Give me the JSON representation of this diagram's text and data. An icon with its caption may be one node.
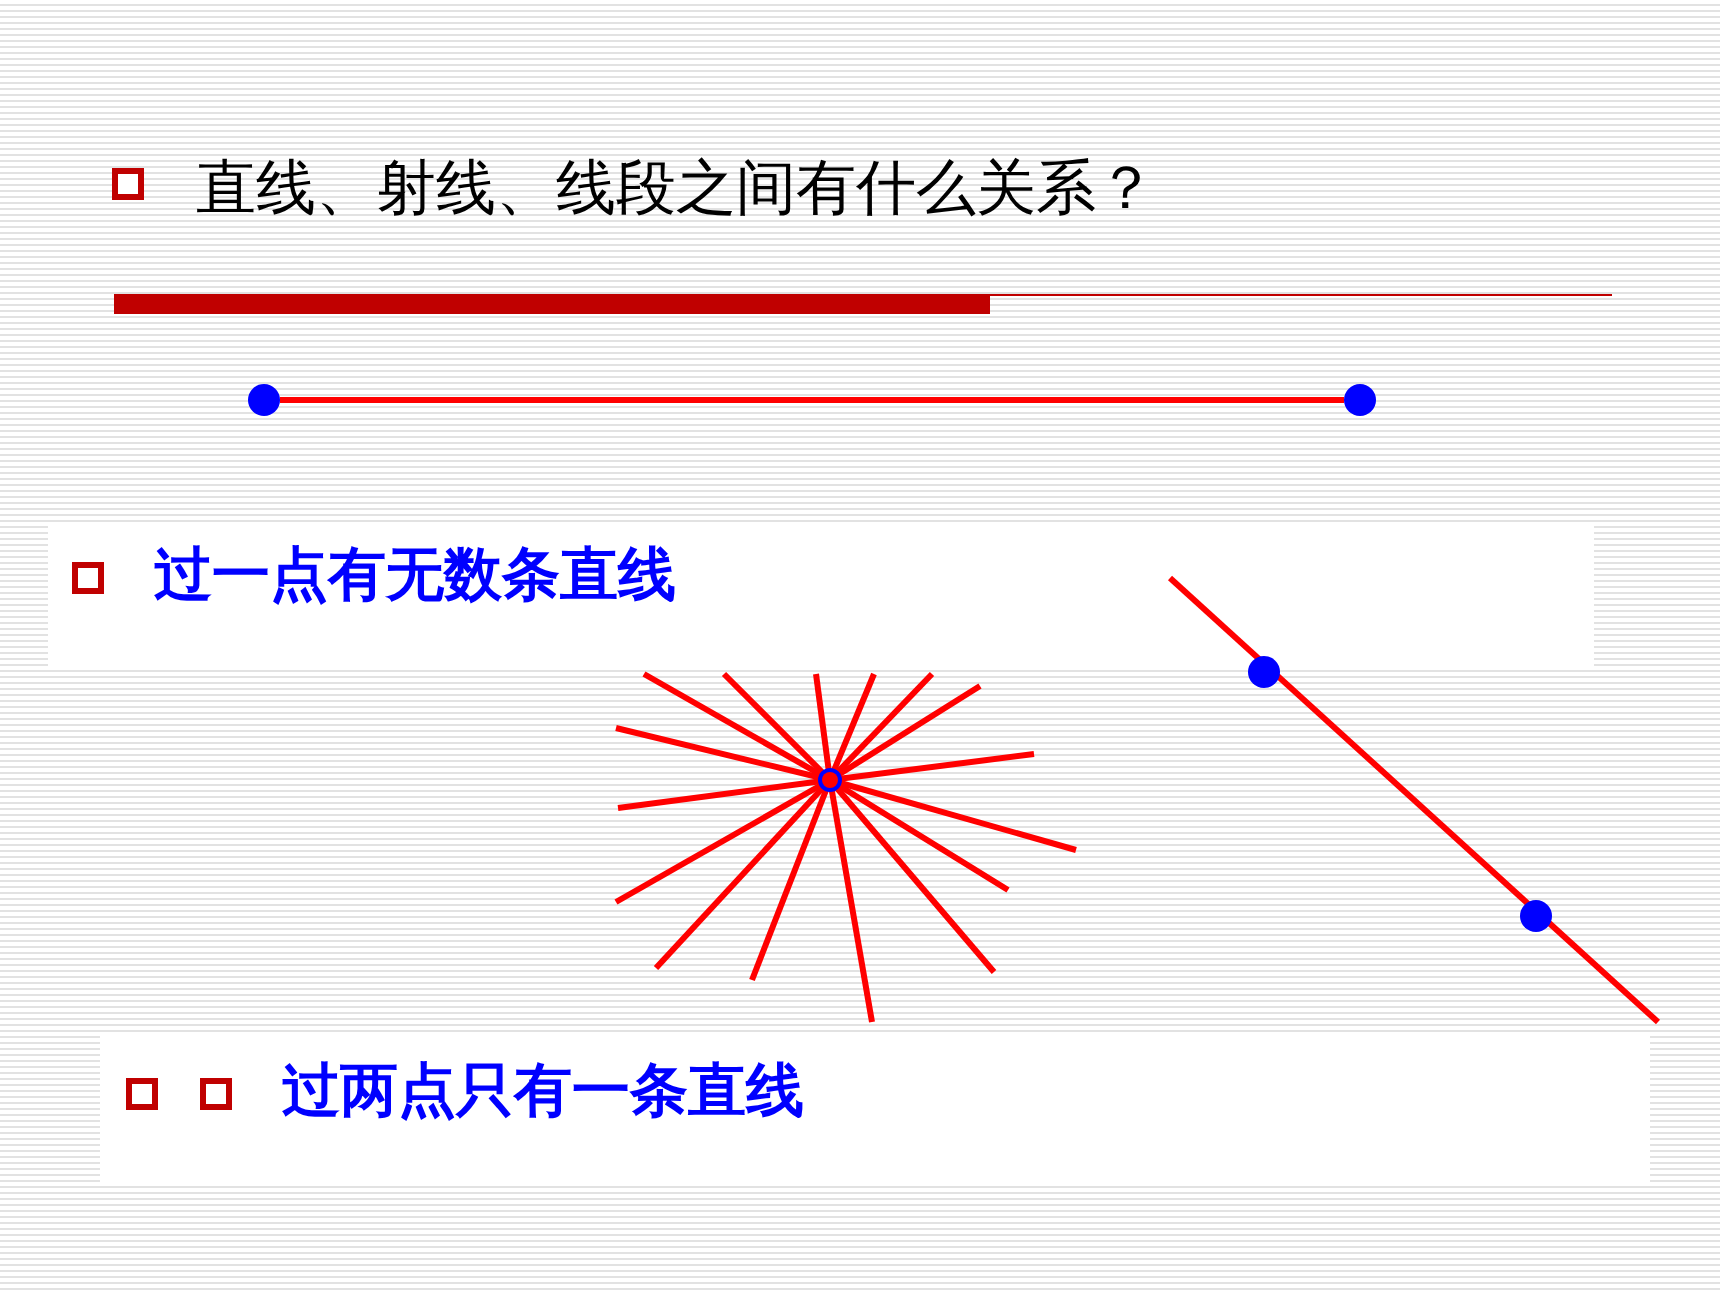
{
  "diagram": {
    "title": "直线、射线、线段之间有什么关系？",
    "nodes": [
      {
        "text": [],
        "shape": "circle"
      },
      {
        "text": [],
        "shape": "circle"
      }
    ],
    "edges": [
      {
        "from": 0,
        "to": 1,
        "arrow": "none"
      }
    ],
    "labels": [
      "过一点有无数条直线",
      "过两点只有一条直线"
    ]
  }
}
